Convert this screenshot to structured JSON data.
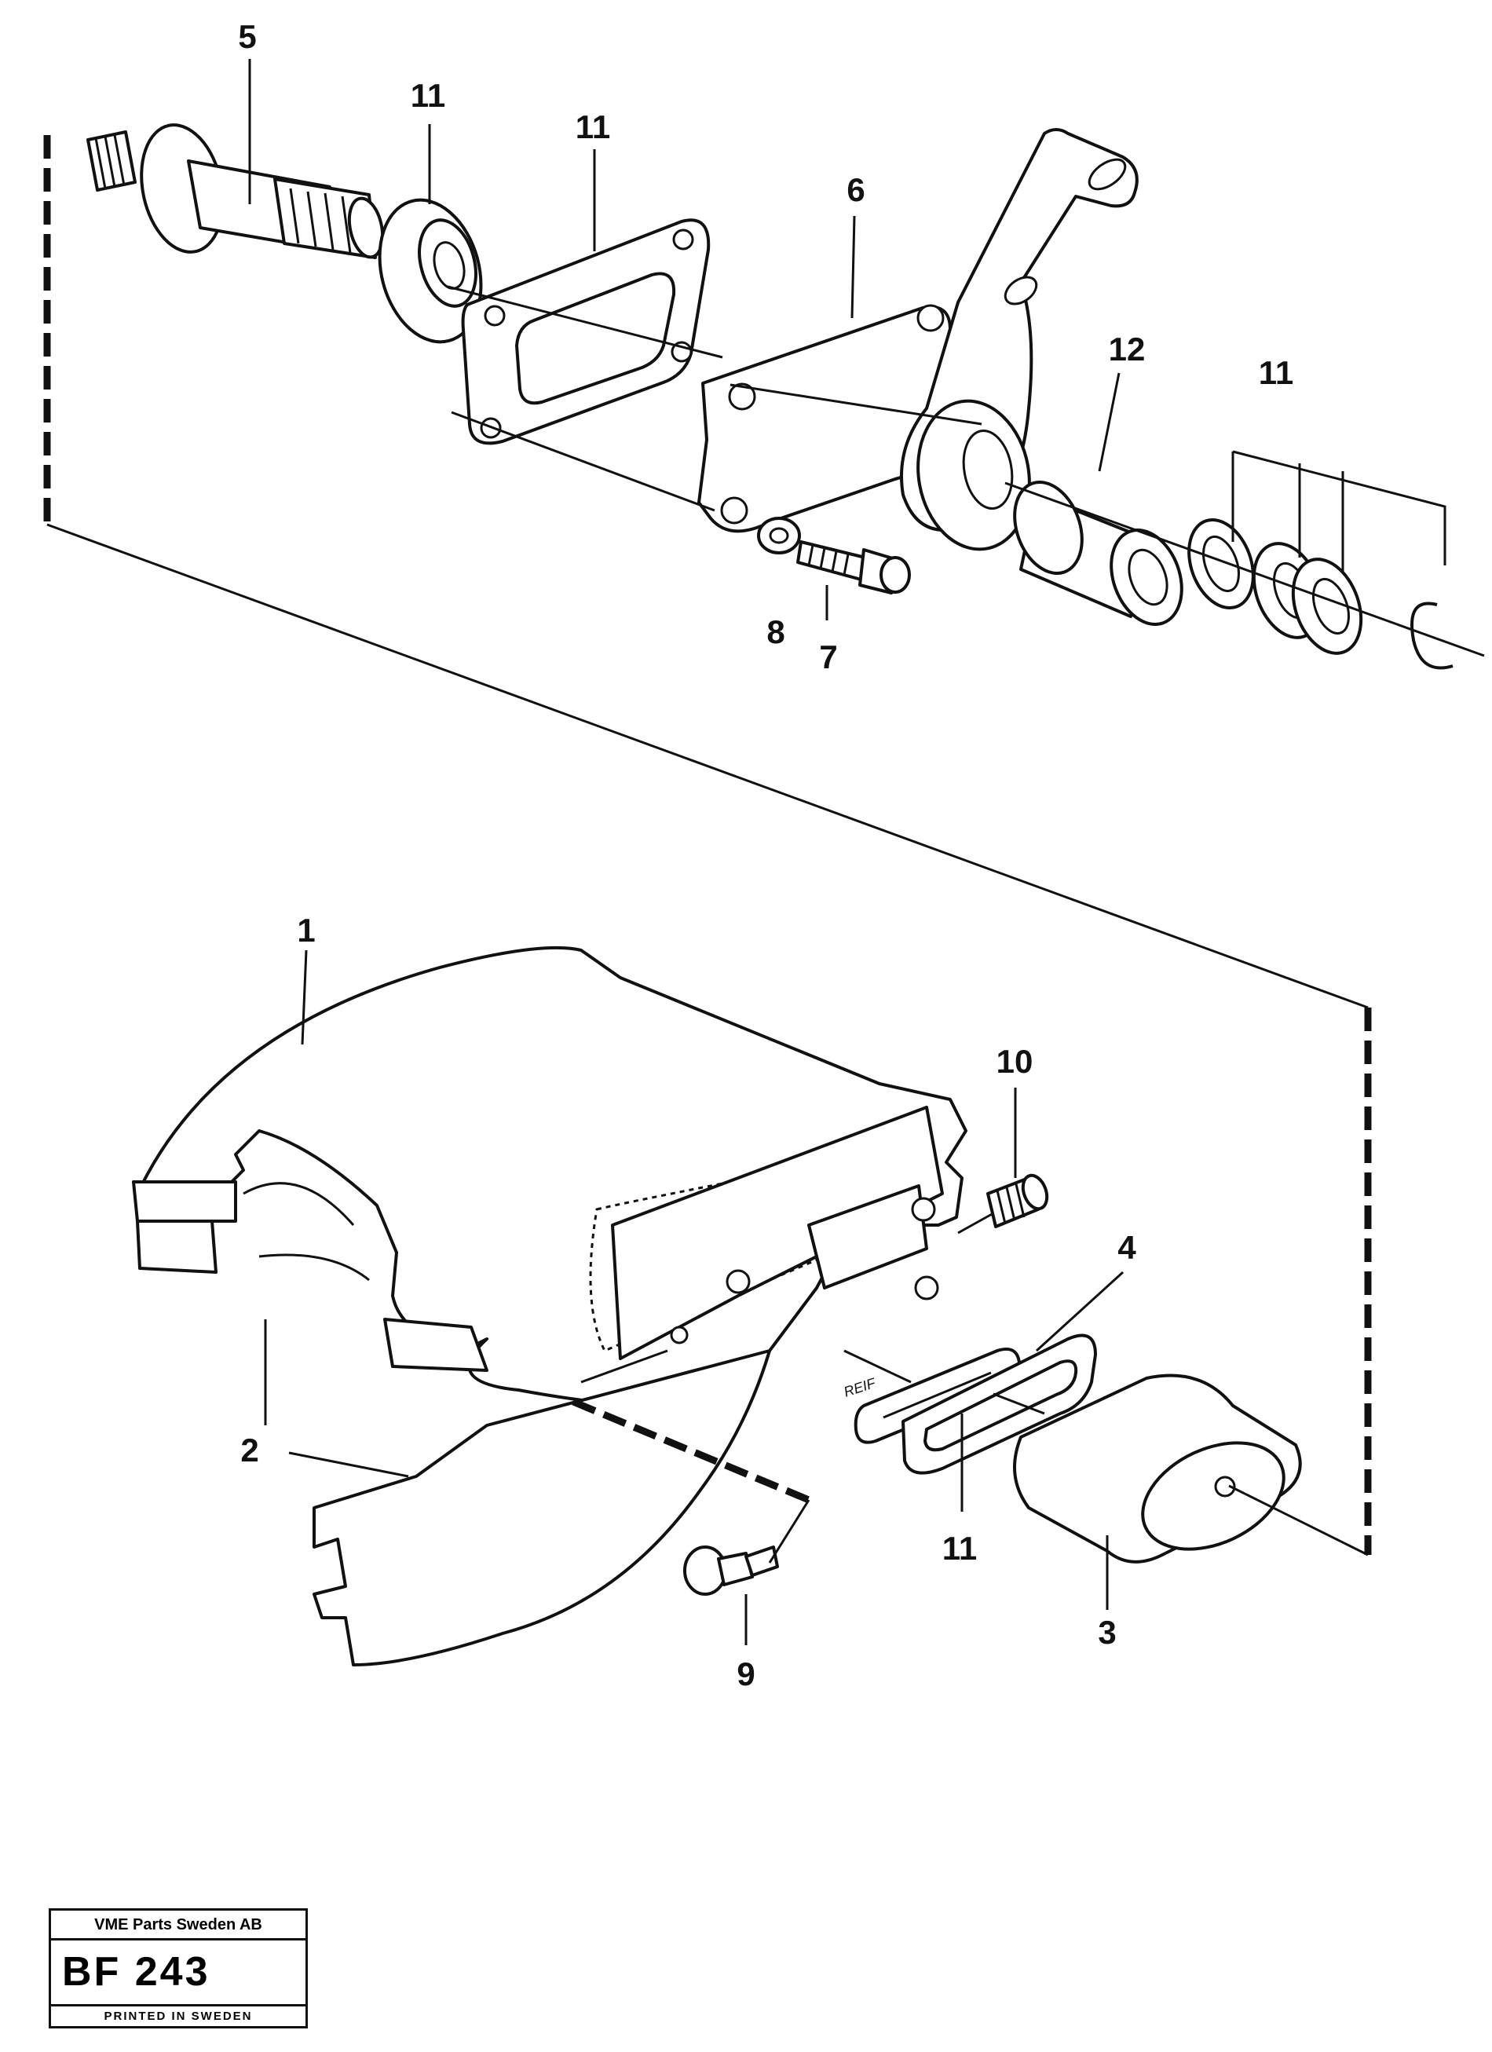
{
  "callouts": {
    "c5": "5",
    "c11_washer": "11",
    "c11_gasket": "11",
    "c6": "6",
    "c12": "12",
    "c11_rings": "11",
    "c8": "8",
    "c7": "7",
    "c1": "1",
    "c10": "10",
    "c4": "4",
    "c2": "2",
    "c11_seal": "11",
    "c3": "3",
    "c9": "9"
  },
  "stamp": "REIF",
  "title_block": {
    "company": "VME Parts Sweden AB",
    "code": "BF 243",
    "printed": "PRINTED IN SWEDEN"
  }
}
